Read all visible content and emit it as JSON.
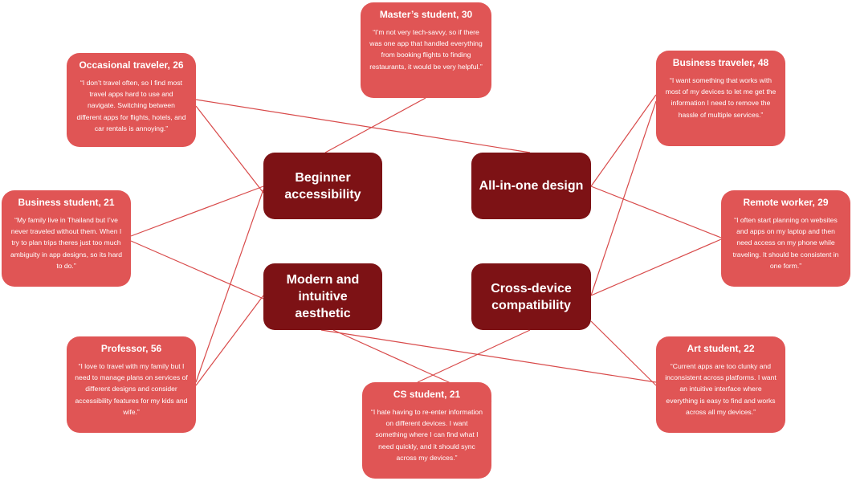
{
  "colors": {
    "persona_bg": "#e05555",
    "theme_bg": "#7d1215",
    "connector": "#d84a4a",
    "text": "#ffffff"
  },
  "personas": [
    {
      "id": "masters-student",
      "title": "Master’s student, 30",
      "quote": "“I’m not very tech-savvy, so if there was one app that handled everything from booking flights to finding restaurants, it would be very helpful.”"
    },
    {
      "id": "occasional-traveler",
      "title": "Occasional traveler, 26",
      "quote": "“I don’t travel often, so I find most travel apps hard to use and navigate. Switching between different apps for flights, hotels, and car rentals is annoying.”"
    },
    {
      "id": "business-traveler",
      "title": "Business traveler, 48",
      "quote": "“I want something that works with most of my devices to let me get the information I need to remove the hassle of multiple services.”"
    },
    {
      "id": "business-student",
      "title": "Business student, 21",
      "quote": "“My family live in Thailand but I’ve never traveled without them. When I try to plan trips theres just too much ambiguity in app designs, so its hard to do.”"
    },
    {
      "id": "remote-worker",
      "title": "Remote worker, 29",
      "quote": "“I often start planning on websites and apps on my laptop and then need access on my phone while traveling. It should be consistent in one form.”"
    },
    {
      "id": "professor",
      "title": "Professor, 56",
      "quote": "“I love to travel with my family but I need to manage plans on services of different designs and consider accessibility features for my kids and wife.”"
    },
    {
      "id": "art-student",
      "title": "Art student, 22",
      "quote": "“Current apps are too clunky and inconsistent across platforms. I want an intuitive interface where everything is easy to find and works across all my devices.”"
    },
    {
      "id": "cs-student",
      "title": "CS student, 21",
      "quote": "“I hate having to re-enter information on different devices. I want something where I can find what I need quickly, and it should sync across my devices.”"
    }
  ],
  "themes": [
    {
      "id": "beginner-accessibility",
      "label": "Beginner accessibility"
    },
    {
      "id": "all-in-one-design",
      "label": "All-in-one design"
    },
    {
      "id": "modern-intuitive-aesthetic",
      "label": "Modern and intuitive aesthetic"
    },
    {
      "id": "cross-device-compatibility",
      "label": "Cross-device compatibility"
    }
  ],
  "connections": [
    {
      "persona": "masters-student",
      "theme": "beginner-accessibility"
    },
    {
      "persona": "occasional-traveler",
      "theme": "all-in-one-design"
    },
    {
      "persona": "occasional-traveler",
      "theme": "beginner-accessibility"
    },
    {
      "persona": "business-traveler",
      "theme": "all-in-one-design"
    },
    {
      "persona": "business-traveler",
      "theme": "cross-device-compatibility"
    },
    {
      "persona": "business-student",
      "theme": "beginner-accessibility"
    },
    {
      "persona": "business-student",
      "theme": "modern-intuitive-aesthetic"
    },
    {
      "persona": "remote-worker",
      "theme": "all-in-one-design"
    },
    {
      "persona": "remote-worker",
      "theme": "cross-device-compatibility"
    },
    {
      "persona": "professor",
      "theme": "beginner-accessibility"
    },
    {
      "persona": "professor",
      "theme": "modern-intuitive-aesthetic"
    },
    {
      "persona": "art-student",
      "theme": "modern-intuitive-aesthetic"
    },
    {
      "persona": "art-student",
      "theme": "cross-device-compatibility"
    },
    {
      "persona": "cs-student",
      "theme": "cross-device-compatibility"
    },
    {
      "persona": "cs-student",
      "theme": "modern-intuitive-aesthetic"
    }
  ]
}
